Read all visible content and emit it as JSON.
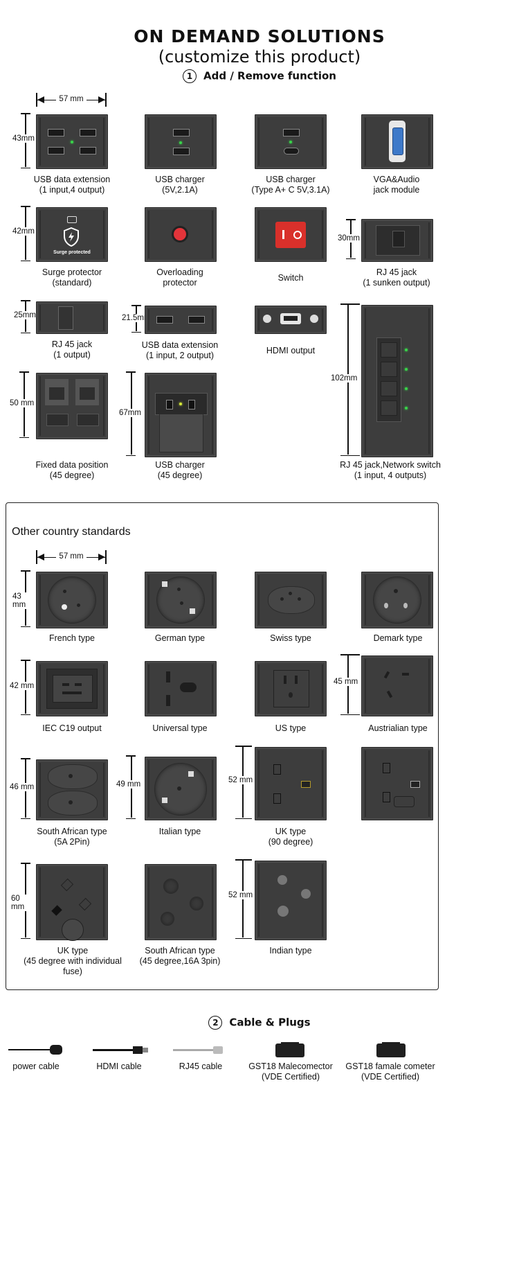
{
  "header": {
    "title": "ON DEMAND SOLUTIONS",
    "subtitle": "(customize this product)"
  },
  "section1": {
    "number": "1",
    "title": "Add / Remove function"
  },
  "functions": {
    "dim_width": "57 mm",
    "usb_data_4": {
      "dim": "43mm",
      "line1": "USB data extension",
      "line2": "(1 input,4 output)"
    },
    "usb_charger_2a": {
      "line1": "USB charger",
      "line2": "(5V,2.1A)"
    },
    "usb_charger_ac": {
      "line1": "USB charger",
      "line2": "(Type A+ C 5V,3.1A)"
    },
    "vga": {
      "line1": "VGA&Audio",
      "line2": "jack module"
    },
    "surge": {
      "dim": "42mm",
      "badge": "Surge protected",
      "line1": "Surge protector",
      "line2": "(standard)"
    },
    "overload": {
      "line1": "Overloading",
      "line2": "protector"
    },
    "switch": {
      "line1": "Switch"
    },
    "rj45_sunken": {
      "dim": "30mm",
      "line1": "RJ 45 jack",
      "line2": "(1 sunken output)"
    },
    "rj45_1": {
      "dim": "25mm",
      "line1": "RJ 45 jack",
      "line2": "(1 output)"
    },
    "usb_data_2": {
      "dim": "21.5mm",
      "line1": "USB data extension",
      "line2": "(1 input, 2 output)"
    },
    "hdmi": {
      "line1": "HDMI output"
    },
    "rj45_switch": {
      "dim": "102mm",
      "line1": "RJ 45 jack,Network switch",
      "line2": "(1 input, 4 outputs)"
    },
    "fixed_data": {
      "dim": "50 mm",
      "line1": "Fixed data position",
      "line2": "(45 degree)"
    },
    "usb_charger_45": {
      "dim": "67mm",
      "line1": "USB charger",
      "line2": "(45 degree)"
    }
  },
  "countries": {
    "title": "Other country standards",
    "dim_width": "57 mm",
    "french": {
      "dim": "43 mm",
      "label": "French type"
    },
    "german": {
      "label": "German type"
    },
    "swiss": {
      "label": "Swiss type"
    },
    "demark": {
      "label": "Demark type"
    },
    "iec": {
      "dim": "42 mm",
      "label": "IEC C19 output"
    },
    "universal": {
      "label": "Universal type"
    },
    "us": {
      "label": "US type"
    },
    "australian": {
      "dim": "45 mm",
      "label": "Austrialian type"
    },
    "south_african_2pin": {
      "dim": "46 mm",
      "line1": "South African type",
      "line2": "(5A 2Pin)"
    },
    "italian": {
      "dim": "49 mm",
      "label": "Italian type"
    },
    "uk90": {
      "dim": "52 mm",
      "line1": "UK type",
      "line2": "(90 degree)"
    },
    "uk45": {
      "dim": "60 mm",
      "line1": "UK type",
      "line2": "(45 degree with individual fuse)"
    },
    "south_african_45": {
      "line1": "South African type",
      "line2": "(45 degree,16A 3pin)"
    },
    "indian": {
      "dim": "52 mm",
      "label": "Indian type"
    }
  },
  "section2": {
    "number": "2",
    "title": "Cable & Plugs"
  },
  "cables": [
    {
      "line1": "power cable",
      "line2": ""
    },
    {
      "line1": "HDMI cable",
      "line2": ""
    },
    {
      "line1": "RJ45 cable",
      "line2": ""
    },
    {
      "line1": "GST18 Malecomector",
      "line2": "(VDE Certified)"
    },
    {
      "line1": "GST18 famale cometer",
      "line2": "(VDE Certified)"
    }
  ]
}
